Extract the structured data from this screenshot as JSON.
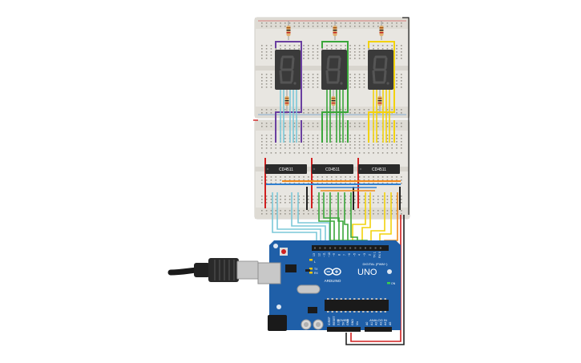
{
  "ic_chips": [
    {
      "label": "CD4511"
    },
    {
      "label": "CD4511"
    },
    {
      "label": "CD4511"
    }
  ],
  "displays": [
    {
      "glyph": "8"
    },
    {
      "glyph": "8"
    },
    {
      "glyph": "8"
    }
  ],
  "arduino": {
    "model": "UNO",
    "brand": "ARDUINO",
    "digital_header": "DIGITAL (PWM~)",
    "power_label": "POWER",
    "analog_label": "ANALOG IN",
    "tx_label": "TX",
    "rx_label": "RX",
    "l_label": "L",
    "on_label": "ON",
    "aref": "AREF",
    "gnd": "GND",
    "digital_pins": [
      "13",
      "12",
      "~11",
      "~10",
      "~9",
      "8",
      "7",
      "~6",
      "~5",
      "4",
      "~3",
      "2",
      "TX 1",
      "RX 0"
    ],
    "analog_pins": [
      "A0",
      "A1",
      "A2",
      "A3",
      "A4",
      "A5"
    ],
    "power_pins": [
      "IOREF",
      "RESET",
      "3.3V",
      "5V",
      "GND",
      "GND",
      "Vin"
    ]
  },
  "colors": {
    "breadboard": "#e8e6e1",
    "board_blue": "#1f5fa8",
    "wire_purple": "#6a3fa0",
    "wire_cyan": "#7cc8d8",
    "wire_green": "#3aa63a",
    "wire_yellow": "#f2d20c",
    "wire_red": "#d02020",
    "wire_black": "#222222",
    "wire_blue": "#2f7fd0",
    "wire_orange": "#f08a1c",
    "segment_red": "#c01010"
  }
}
